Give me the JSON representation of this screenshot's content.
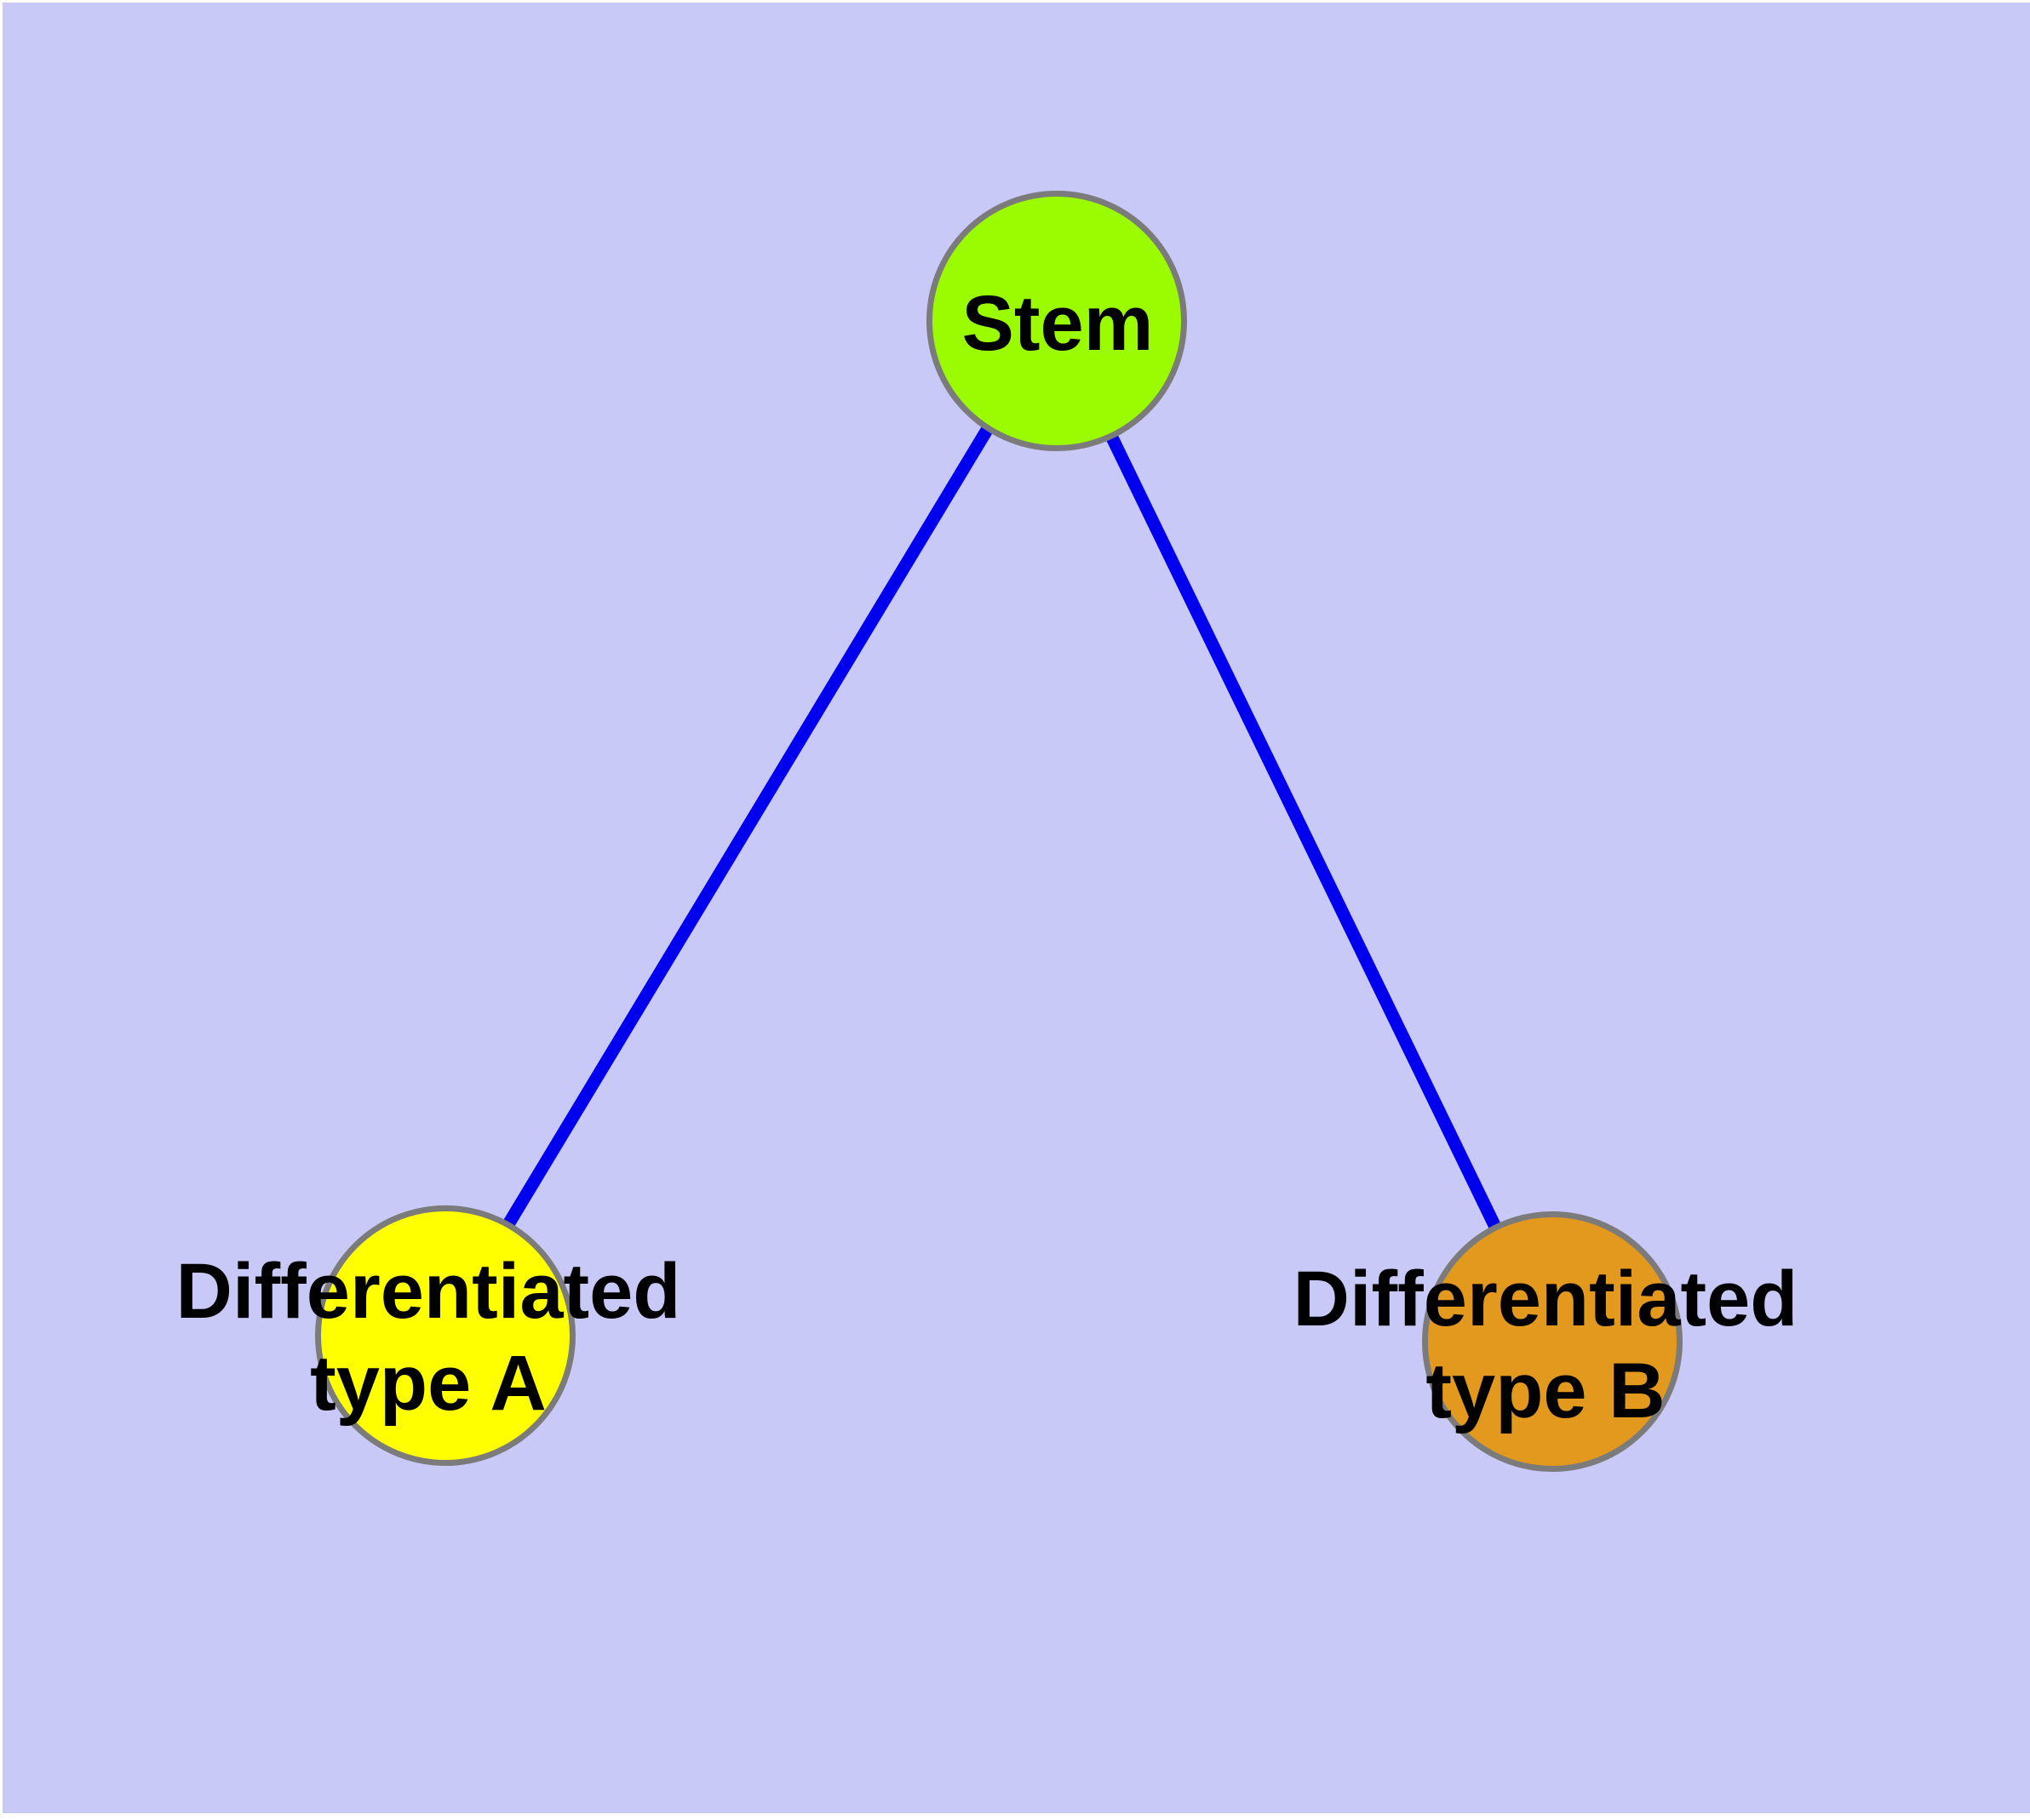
{
  "diagram": {
    "type": "node-link-graph",
    "background_color": "#C9C9F8",
    "page_edge_color": "#FFFFFF",
    "text_color": "#000000",
    "node_border_color": "#7B7B7B",
    "edge_color": "#0000EE",
    "nodes": [
      {
        "id": "stem",
        "label": "Stem",
        "fill": "#9BFB00",
        "shape": "circle"
      },
      {
        "id": "type-a",
        "label_line1": "Differentiated",
        "label_line2": "type A",
        "fill": "#FFFF00",
        "shape": "circle"
      },
      {
        "id": "type-b",
        "label_line1": "Differentiated",
        "label_line2": "type B",
        "fill": "#E3991D",
        "shape": "circle"
      }
    ],
    "edges": [
      {
        "from": "stem",
        "to": "type-a",
        "color": "#0000EE"
      },
      {
        "from": "stem",
        "to": "type-b",
        "color": "#0000EE"
      }
    ]
  }
}
